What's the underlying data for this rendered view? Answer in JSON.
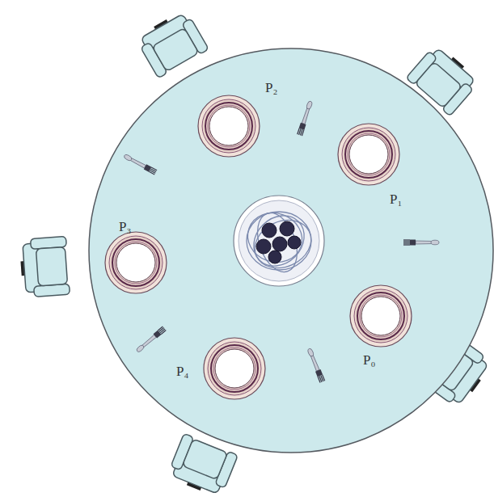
{
  "diagram": {
    "labels": [
      "P₂",
      "P₁",
      "P₃",
      "P₀",
      "P₄"
    ]
  }
}
